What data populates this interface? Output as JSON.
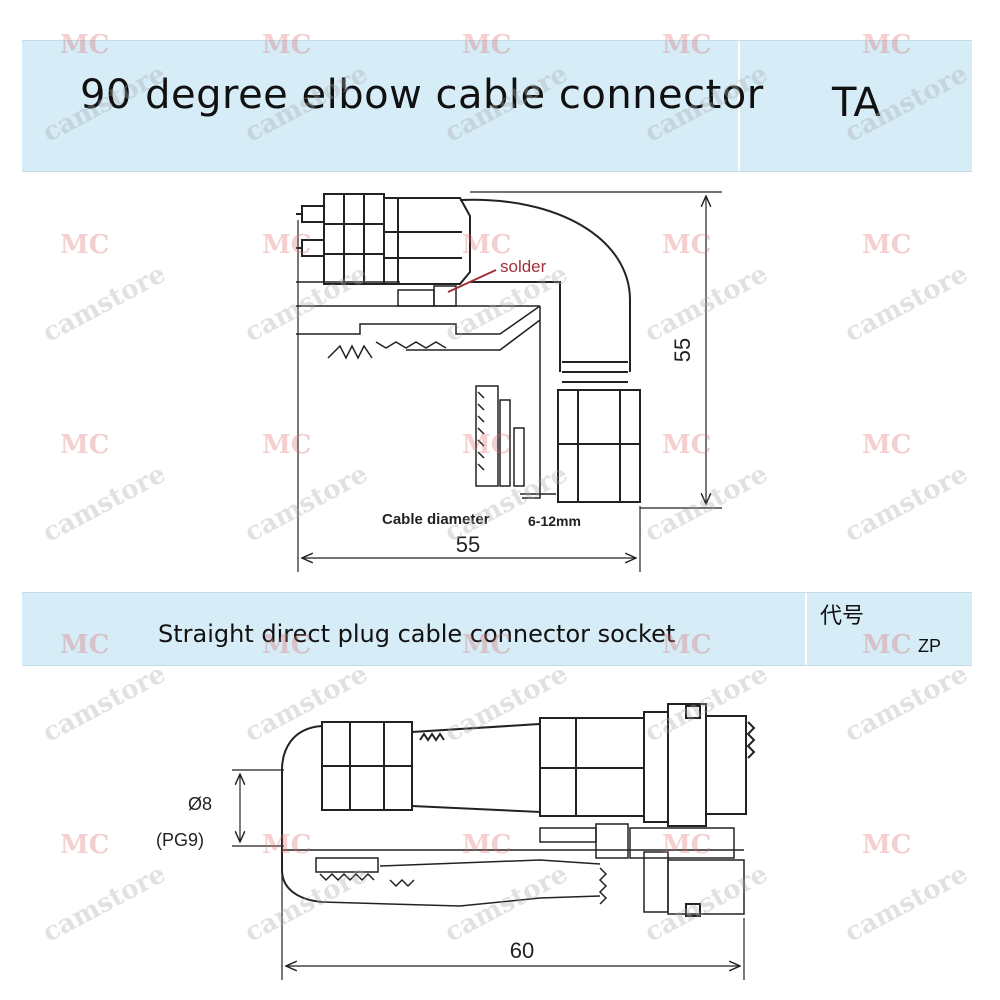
{
  "section_top": {
    "title": "90 degree elbow cable connector",
    "code": "TA",
    "labels": {
      "solder": "solder",
      "height": "55",
      "width": "55",
      "cable_diameter_label": "Cable diameter",
      "cable_diameter_value": "6-12mm"
    }
  },
  "section_bottom": {
    "title": "Straight direct plug cable connector socket",
    "code_label": "代号",
    "code": "ZP",
    "labels": {
      "diameter": "Ø8",
      "thread": "(PG9)",
      "length": "60"
    }
  },
  "watermark": {
    "brand": "MC",
    "store": "camstore"
  },
  "colors": {
    "banner": "#d6ecf7",
    "line": "#222222",
    "solder_pointer": "#a0303c"
  }
}
